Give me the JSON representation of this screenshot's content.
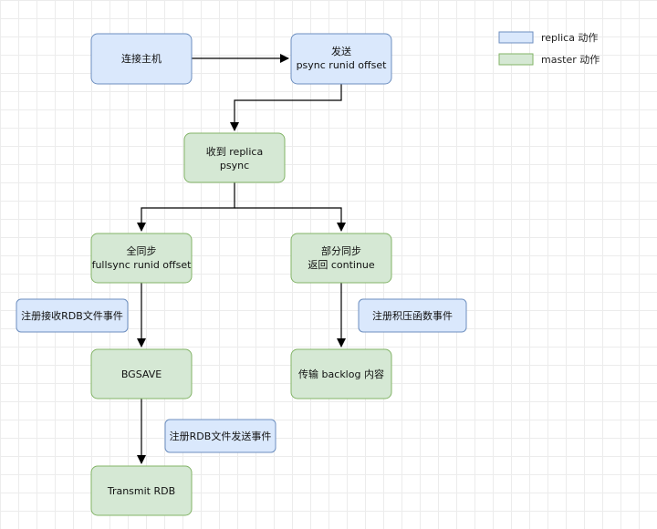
{
  "colors": {
    "replica_fill": "#dae8fc",
    "replica_stroke": "#6c8ebf",
    "master_fill": "#d5e8d4",
    "master_stroke": "#82b366",
    "edge": "#000000"
  },
  "legend": {
    "replica": "replica 动作",
    "master": "master 动作"
  },
  "nodes": {
    "connect_master": {
      "lines": [
        "连接主机"
      ]
    },
    "send_psync": {
      "lines": [
        "发送",
        "psync runid offset"
      ]
    },
    "receive_psync": {
      "lines": [
        "收到 replica",
        "psync"
      ]
    },
    "full_sync": {
      "lines": [
        "全同步",
        "fullsync runid offset"
      ]
    },
    "partial_sync": {
      "lines": [
        "部分同步",
        "返回 continue"
      ]
    },
    "register_rdb_receive": {
      "lines": [
        "注册接收RDB文件事件"
      ]
    },
    "register_backlog": {
      "lines": [
        "注册积压函数事件"
      ]
    },
    "bgsave": {
      "lines": [
        "BGSAVE"
      ]
    },
    "send_backlog": {
      "lines": [
        "传输 backlog 内容"
      ]
    },
    "register_rdb_send": {
      "lines": [
        "注册RDB文件发送事件"
      ]
    },
    "transmit_rdb": {
      "lines": [
        "Transmit RDB"
      ]
    }
  }
}
